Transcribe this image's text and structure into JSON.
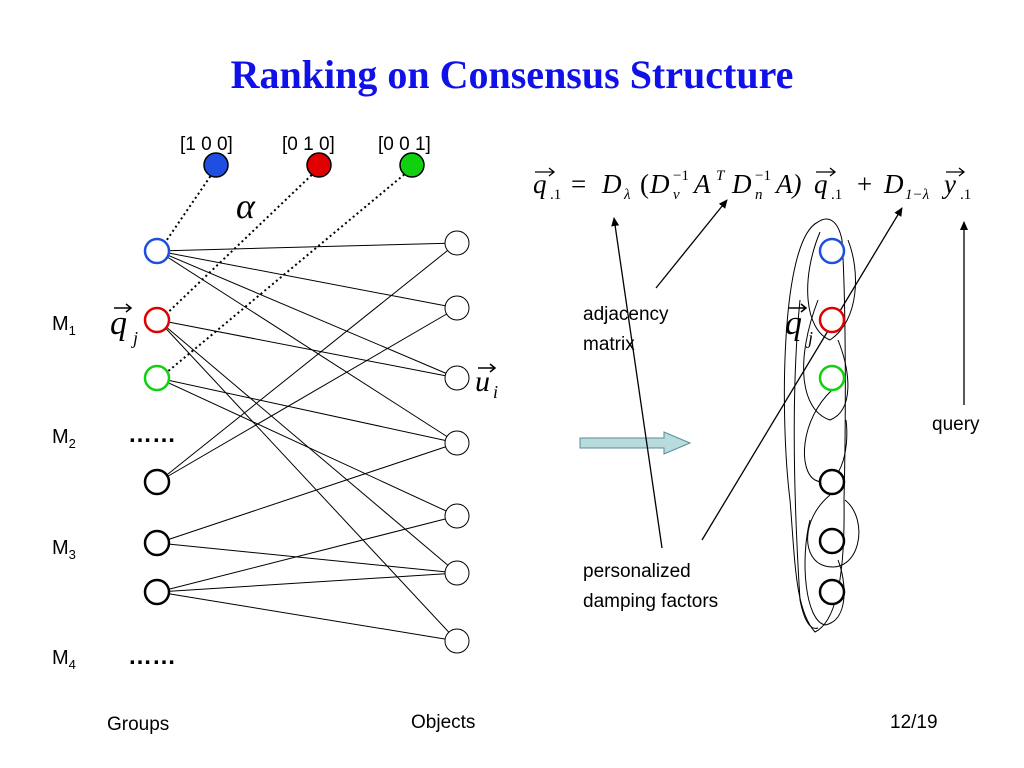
{
  "slide": {
    "title": "Ranking on Consensus Structure",
    "page_number": "12/19",
    "colors": {
      "title": "#1010e8",
      "blue": "#1f4fe0",
      "red": "#e00000",
      "green": "#10d010",
      "arrow_fill": "#b8dcdc"
    }
  },
  "vectors": {
    "blue": "[1 0 0]",
    "red": "[0 1 0]",
    "green": "[0 0 1]"
  },
  "symbols": {
    "alpha": "α",
    "q": "q",
    "sub_j": "j",
    "u": "u",
    "sub_i": "i"
  },
  "groups": {
    "m1": {
      "base": "M",
      "sub": "1"
    },
    "m2": {
      "base": "M",
      "sub": "2"
    },
    "m3": {
      "base": "M",
      "sub": "3"
    },
    "m4": {
      "base": "M",
      "sub": "4"
    },
    "ellipsis": "……"
  },
  "equation": {
    "lhs_q": "q",
    "lhs_sub": ".1",
    "eq": "=",
    "D": "D",
    "lambda": "λ",
    "paren_open": "(",
    "Dv_D": "D",
    "v_sub": "v",
    "inv1": "−1",
    "A": "A",
    "T": "T",
    "Dn_D": "D",
    "n_sub": "n",
    "inv2": "−1",
    "A2": "A)",
    "q2": "q",
    "q2_sub": ".1",
    "plus": "+",
    "D2": "D",
    "D2_sub": "1−λ",
    "y": "y",
    "y_sub": ".1"
  },
  "labels": {
    "adjacency": [
      "adjacency",
      "matrix"
    ],
    "damping": [
      "personalized",
      "damping factors"
    ],
    "query": "query",
    "groups": "Groups",
    "objects": "Objects"
  }
}
